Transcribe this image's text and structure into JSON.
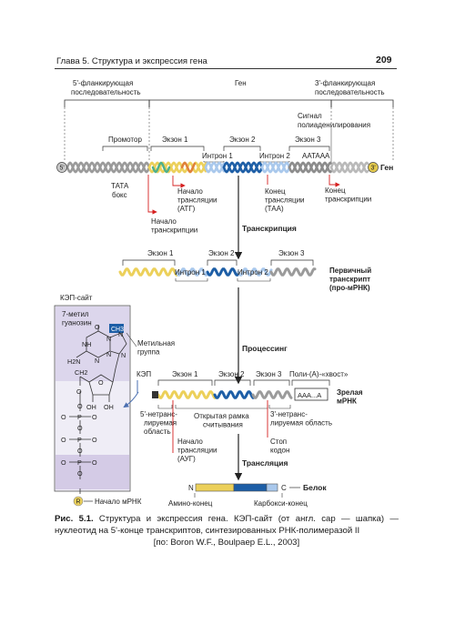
{
  "header": {
    "chapter": "Глава 5. Структура и экспрессия гена",
    "page": "209"
  },
  "figure": {
    "top": {
      "flank5": [
        "5'-фланкирующая",
        "последовательность"
      ],
      "gene": "Ген",
      "flank3": [
        "3'-фланкирующая",
        "последовательность"
      ],
      "polyA_signal": [
        "Сигнал",
        "полиаденилирования"
      ],
      "promoter": "Промотор",
      "exon1": "Экзон 1",
      "exon2": "Экзон 2",
      "exon3": "Экзон 3",
      "intron1": "Интрон 1",
      "intron2": "Интрон 2",
      "aataaa": "AATAAA",
      "end5": "5'",
      "end3": "3'",
      "gene_right": "Ген",
      "tata": [
        "ТАТА",
        "бокс"
      ],
      "trans_start": [
        "Начало",
        "трансляции",
        "(АТГ)"
      ],
      "trans_end": [
        "Конец",
        "трансляции",
        "(ТАА)"
      ],
      "tx_end": [
        "Конец",
        "транскрипции"
      ],
      "tx_start": [
        "Начало",
        "транскрипции"
      ]
    },
    "transcription": "Транскрипция",
    "primary": {
      "exon1": "Экзон 1",
      "exon2": "Экзон 2",
      "exon3": "Экзон 3",
      "intron1": "Интрон 1",
      "intron2": "Интрон 2",
      "label": [
        "Первичный",
        "транскрипт",
        "(про-мРНК)"
      ]
    },
    "processing": "Процессинг",
    "cap_box": {
      "title": "КЭП-сайт",
      "methylguanosine": [
        "7-метил",
        "гуанозин"
      ],
      "ch3": "CH3",
      "methyl_group": [
        "Метильная",
        "группа"
      ],
      "atoms": [
        "N",
        "N",
        "N",
        "N",
        "NH",
        "O",
        "H2N",
        "N",
        "O",
        "CH2",
        "OH",
        "OH",
        "CH2",
        "O",
        "O",
        "O",
        "O",
        "O",
        "O",
        "O",
        "O",
        "P",
        "P",
        "P",
        "O",
        "O",
        "O"
      ],
      "r": "R",
      "mrna_start": "Начало мРНК"
    },
    "mature": {
      "cap": "КЭП",
      "exon1": "Экзон 1",
      "exon2": "Экзон 2",
      "exon3": "Экзон 3",
      "polyA_tail": "Поли-(А)-«хвост»",
      "aaa": "AAA...A",
      "label": [
        "Зрелая",
        "мРНК"
      ],
      "utr5": [
        "5'-нетранс-",
        "лируемая",
        "область"
      ],
      "orf": [
        "Открытая рамка",
        "считывания"
      ],
      "utr3": [
        "3'-нетранс-",
        "лируемая область"
      ],
      "trans_start": [
        "Начало",
        "трансляции",
        "(АУГ)"
      ],
      "stop": [
        "Стоп",
        "кодон"
      ]
    },
    "translation": "Трансляция",
    "protein": {
      "n": "N",
      "c": "C",
      "label": "Белок",
      "amino": "Амино-конец",
      "carboxy": "Карбокси-конец"
    }
  },
  "caption": {
    "label": "Рис. 5.1.",
    "line1": "Структура и экспрессия гена. КЭП-сайт (от англ. cap — шапка) —",
    "line2": "нуклеотид на 5'-конце транскриптов, синтезированных РНК-полимеразой II",
    "line3": "[по: Boron W.F., Boulpaep E.L., 2003]"
  },
  "colors": {
    "exon_yellow": "#ecd05a",
    "exon_blue": "#1d5ea6",
    "intron_light": "#a9c8ec",
    "cap_panel": "#d8d2ea",
    "arrow_red": "#d62020",
    "intron_gray": "#8c8c8c"
  }
}
